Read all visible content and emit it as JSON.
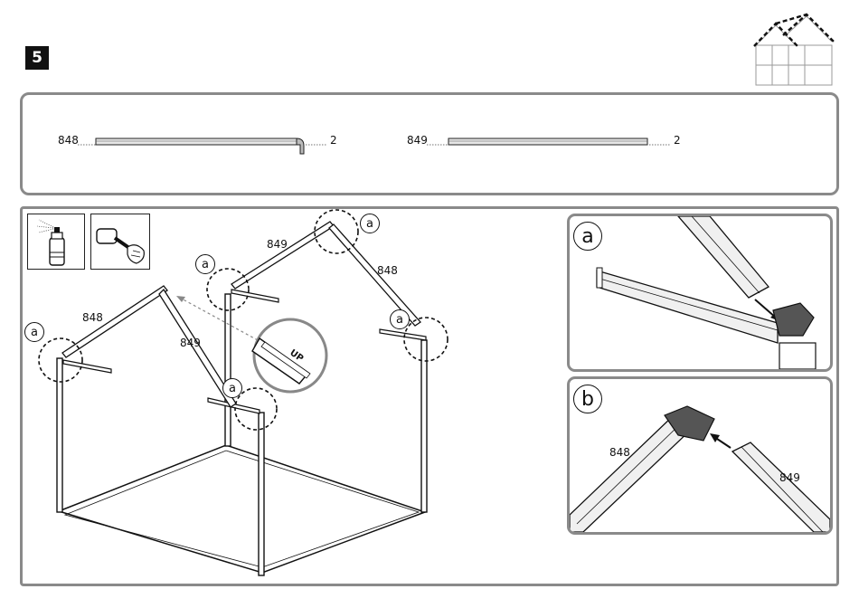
{
  "step": {
    "number": "5"
  },
  "parts": [
    {
      "id": "848",
      "qty": "2"
    },
    {
      "id": "849",
      "qty": "2"
    }
  ],
  "tools": [
    "spray-lubricant-icon",
    "rubber-mallet-icon"
  ],
  "main_labels": {
    "left_rafter": "848",
    "left_diag": "849",
    "right_top": "849",
    "right_diag": "848",
    "up_tag": "UP",
    "callout": "a"
  },
  "detail_a": {
    "letter": "a"
  },
  "detail_b": {
    "letter": "b",
    "label_left": "848",
    "label_right": "849"
  }
}
